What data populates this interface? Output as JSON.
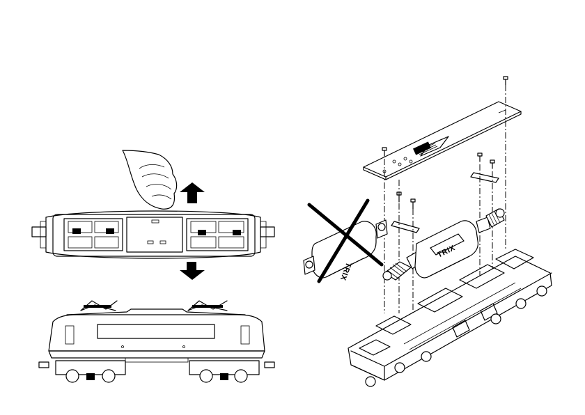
{
  "figure": {
    "logo_text": "TRIX",
    "logo_text_rotated": "TRIX",
    "arrows": [
      "up",
      "down"
    ],
    "crossed_out": "old-motor"
  }
}
